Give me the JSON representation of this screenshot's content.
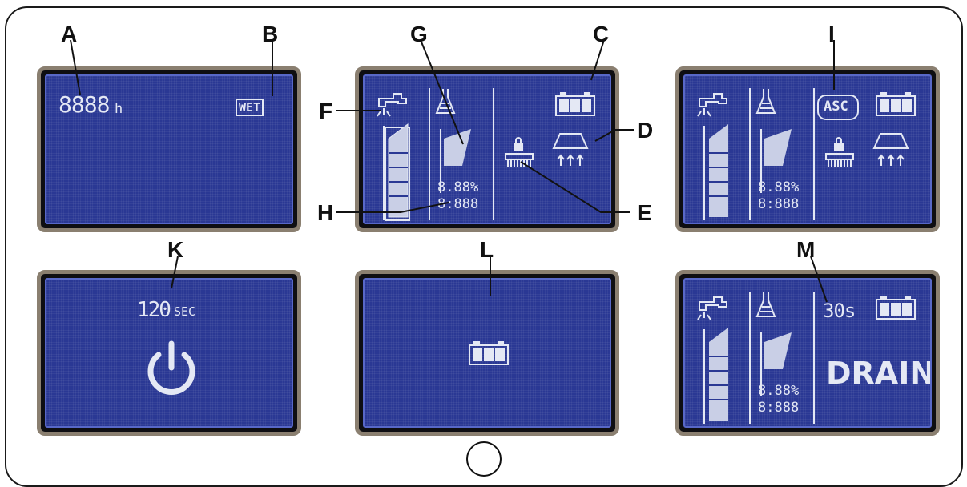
{
  "callouts": {
    "A": "A",
    "B": "B",
    "C": "C",
    "D": "D",
    "E": "E",
    "F": "F",
    "G": "G",
    "H": "H",
    "I": "I",
    "K": "K",
    "L": "L",
    "M": "M"
  },
  "screens": {
    "hours": {
      "counter": "8888",
      "unit": "h",
      "mode_badge": "WET"
    },
    "work": {
      "percent": "8.88%",
      "number": "8:888"
    },
    "work_asc": {
      "asc_badge": "ASC",
      "percent": "8.88%",
      "number": "8:888"
    },
    "shutdown": {
      "countdown": "120",
      "unit": "SEC"
    },
    "drain": {
      "timer": "30s",
      "drain_label": "DRAIN",
      "percent": "8.88%",
      "number": "8:888"
    }
  },
  "colors": {
    "lcd_background": "#2a3894",
    "lcd_segment": "#e4e8f4",
    "bezel": "#8a7f70"
  },
  "icons": [
    "faucet-icon",
    "detergent-flask-icon",
    "battery-icon",
    "squeegee-icon",
    "brush-icon",
    "lock-icon",
    "power-icon",
    "level-bar-icon"
  ]
}
